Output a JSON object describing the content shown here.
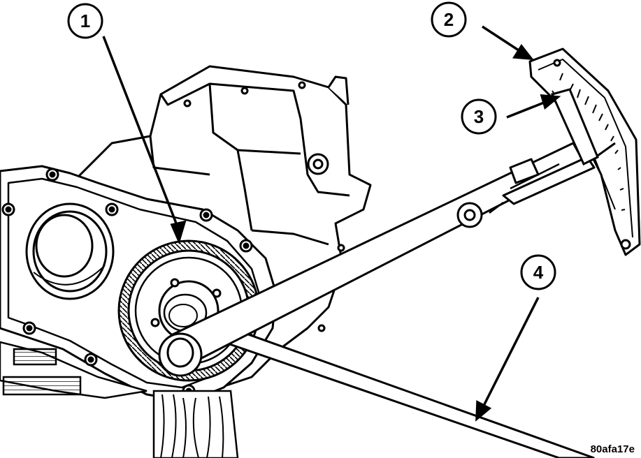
{
  "callouts": [
    {
      "id": "1",
      "label": "1"
    },
    {
      "id": "2",
      "label": "2"
    },
    {
      "id": "3",
      "label": "3"
    },
    {
      "id": "4",
      "label": "4"
    }
  ],
  "figure_code": "80afa17e"
}
